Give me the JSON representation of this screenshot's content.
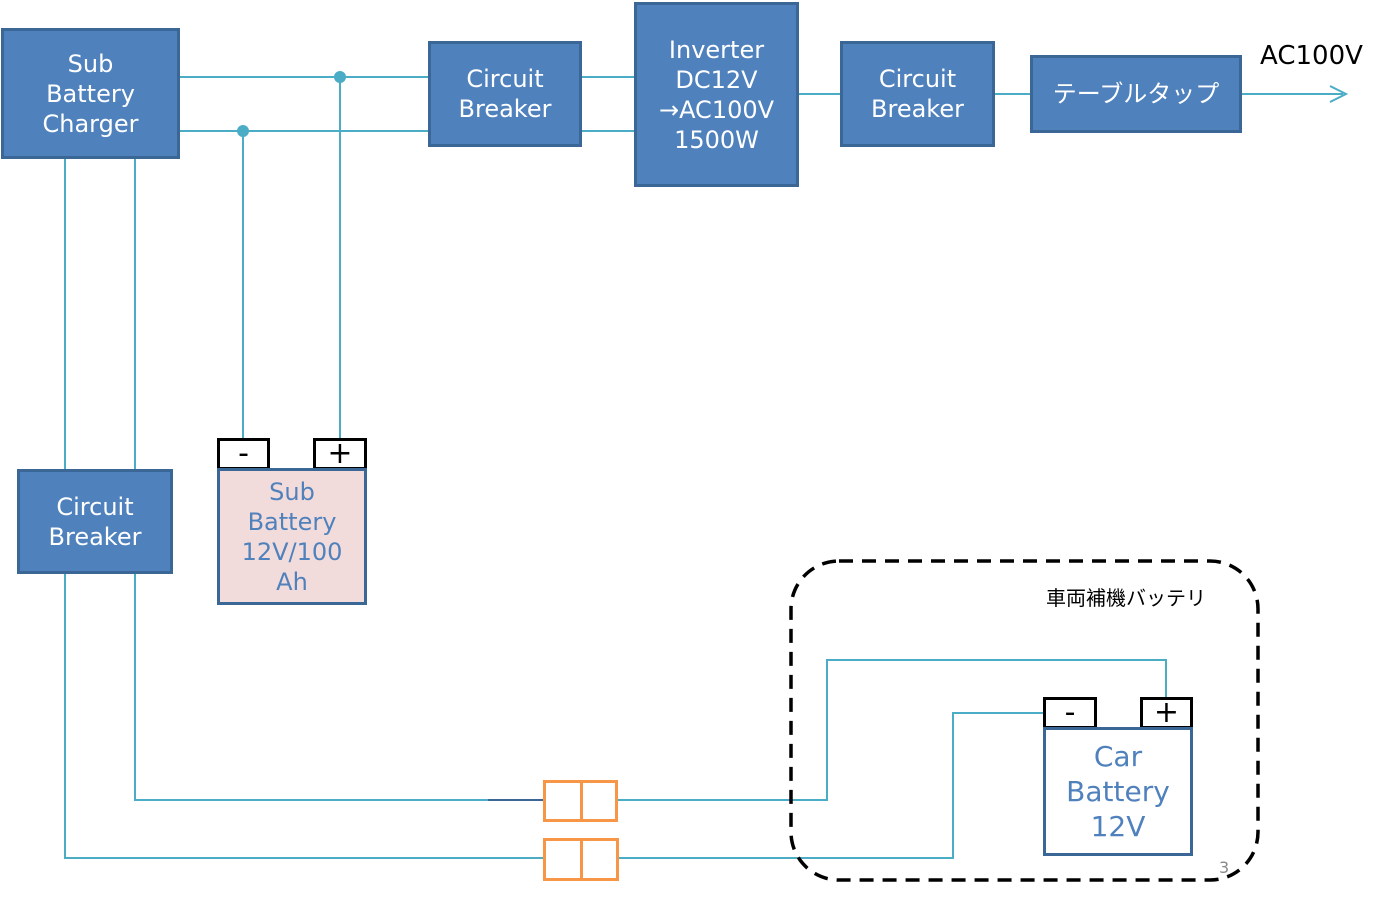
{
  "components": {
    "sub_charger": "Sub\nBattery\nCharger",
    "breaker_top_left": "Circuit\nBreaker",
    "inverter": "Inverter\nDC12V\n→AC100V\n1500W",
    "breaker_top_right": "Circuit\nBreaker",
    "table_tap": "テーブルタップ",
    "breaker_left": "Circuit\nBreaker"
  },
  "output_label": "AC100V",
  "sub_battery": {
    "label": "Sub\nBattery\n12V/100\nAh",
    "neg": "-",
    "pos": "+"
  },
  "car_battery": {
    "label": "Car\nBattery\n12V",
    "neg": "-",
    "pos": "+"
  },
  "vehicle_group_label": "車両補機バッテリ",
  "page_number": "3",
  "colors": {
    "box_fill": "#4f81bd",
    "box_border": "#3a6796",
    "wire": "#4bacc6",
    "sub_battery_fill": "#f2dcdb",
    "connector": "#f79646"
  }
}
